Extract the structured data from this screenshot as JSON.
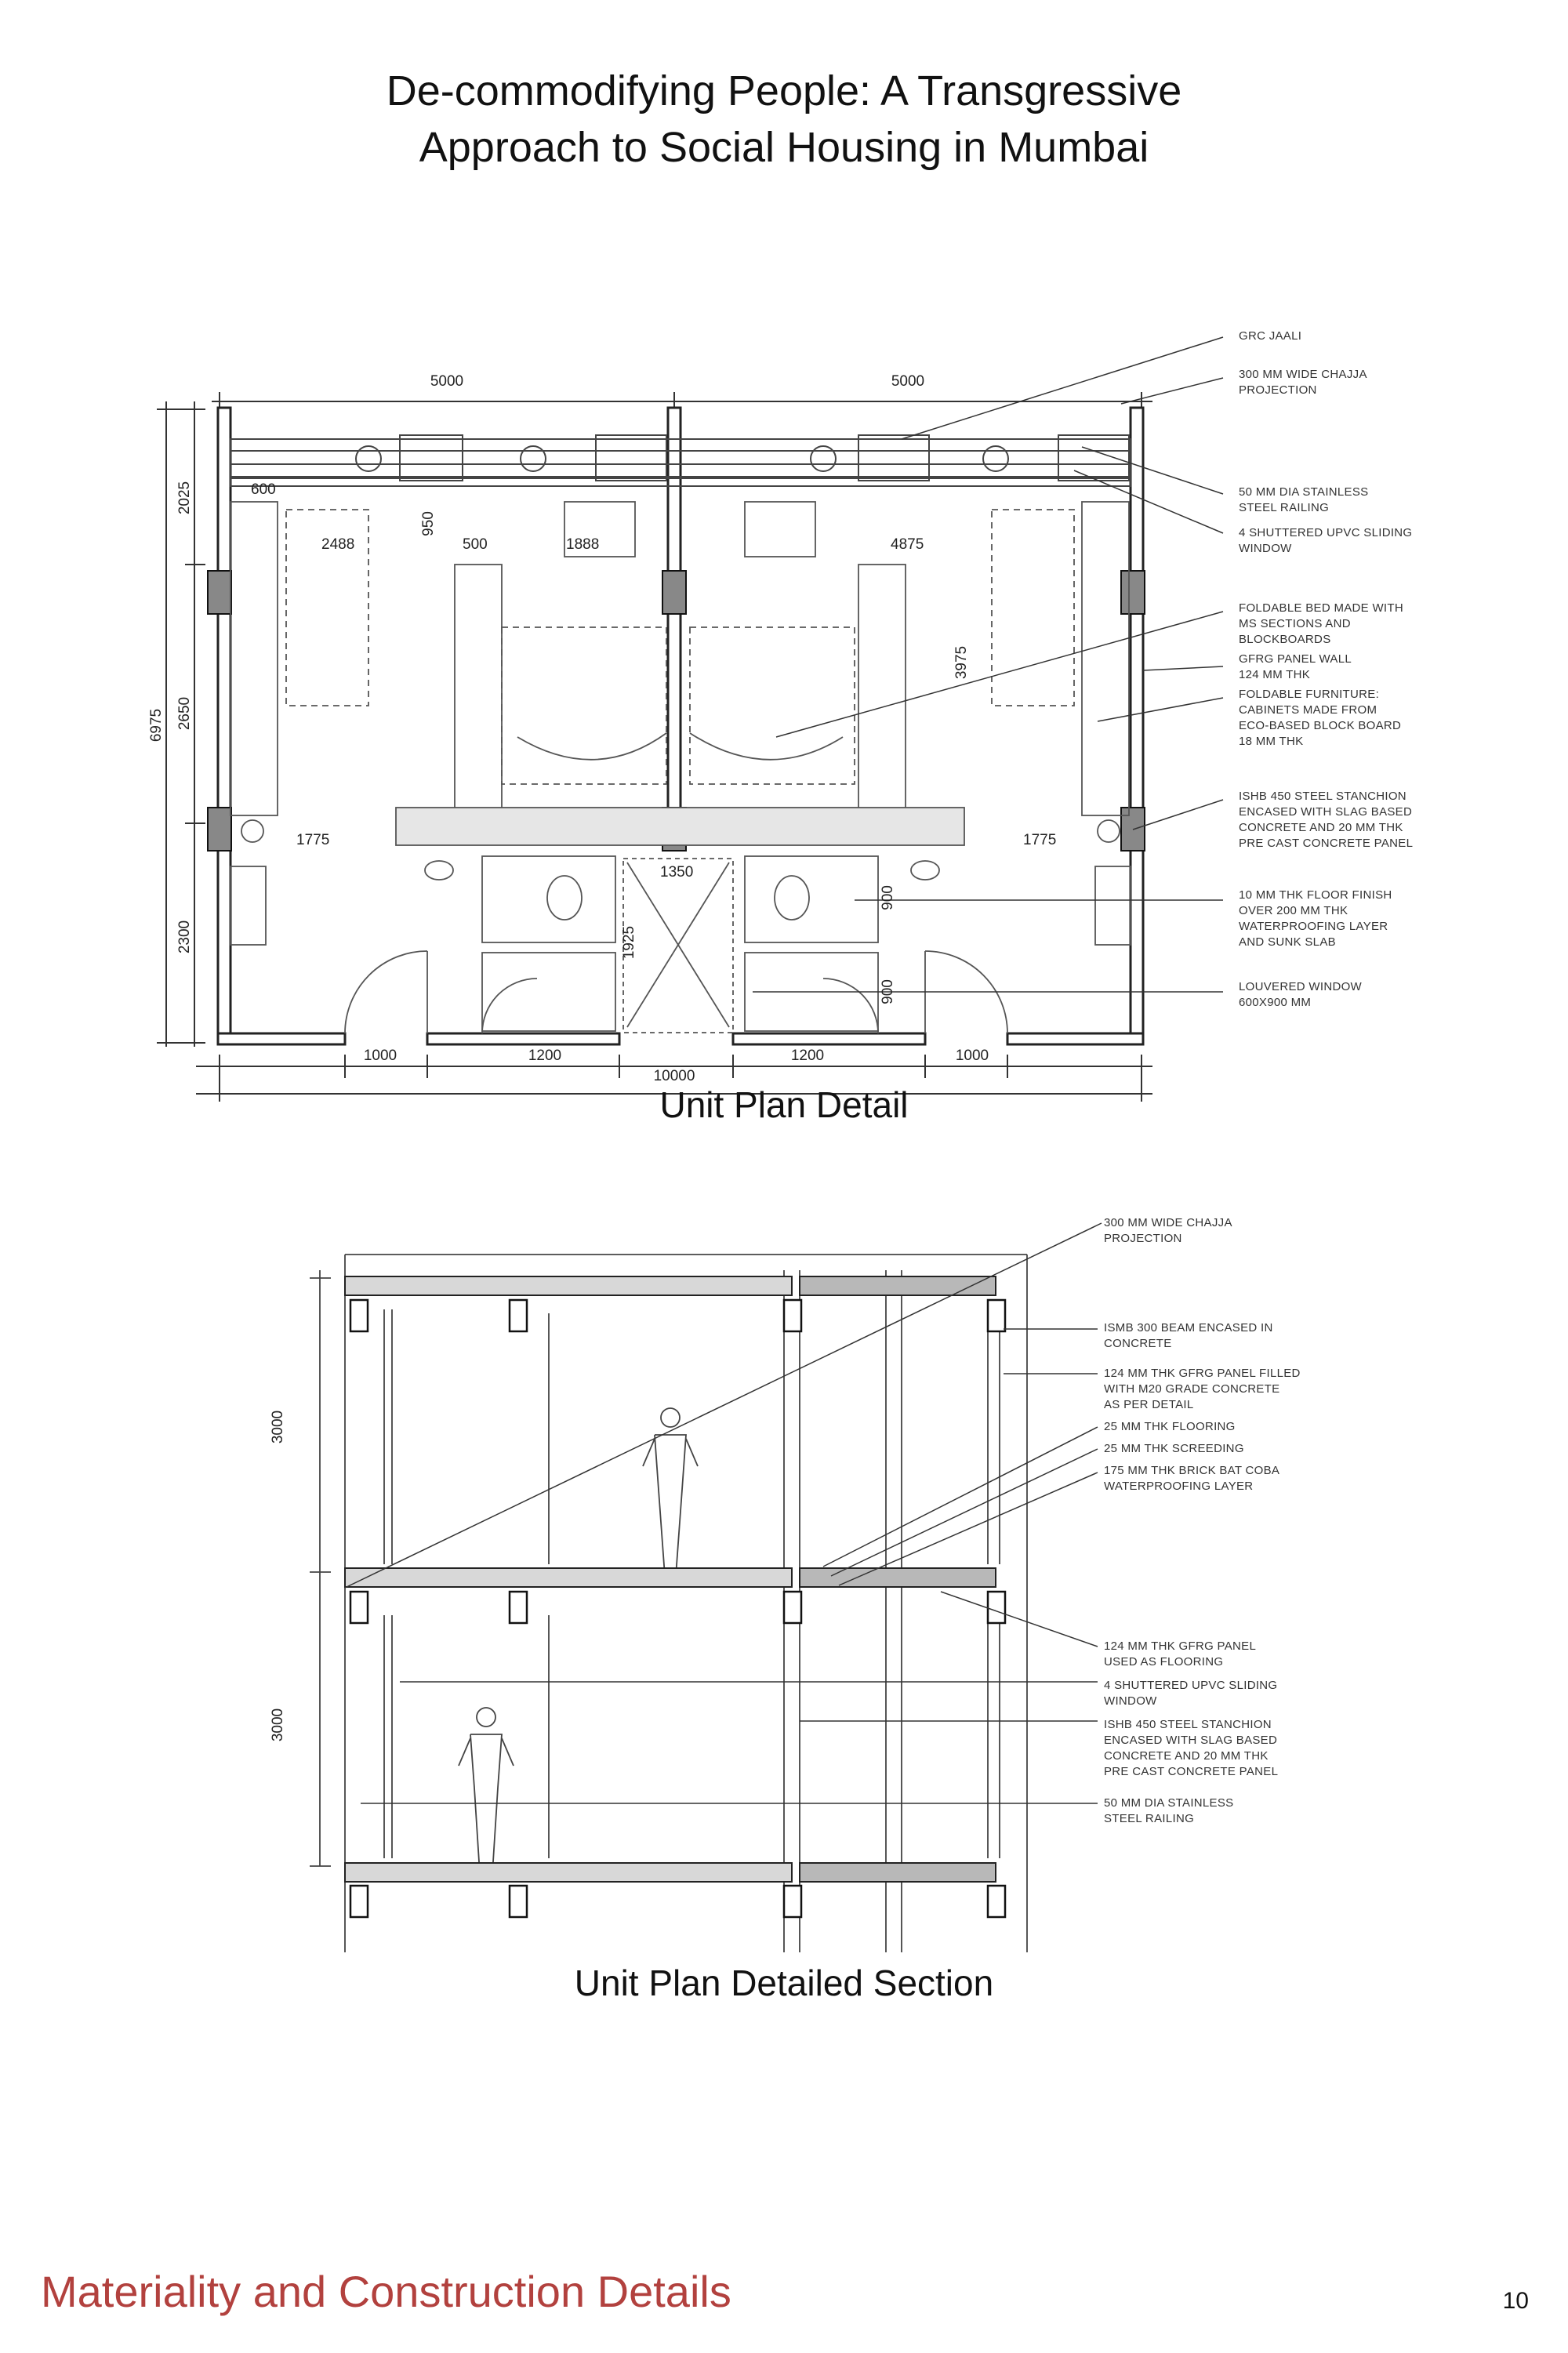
{
  "title": {
    "line1": "De-commodifying People: A Transgressive",
    "line2": "Approach to Social Housing in Mumbai"
  },
  "plan": {
    "caption": "Unit Plan Detail",
    "dims": {
      "top_left": "5000",
      "top_right": "5000",
      "total_bottom": "10000",
      "bottom_1": "1000",
      "bottom_2": "1200",
      "bottom_3": "1200",
      "bottom_4": "1000",
      "left_total": "6975",
      "left_1": "2025",
      "left_2": "2650",
      "left_3": "2300",
      "d600": "600",
      "d2488": "2488",
      "d950": "950",
      "d500": "500",
      "d1888": "1888",
      "d4875": "4875",
      "d3975": "3975",
      "d1775_left": "1775",
      "d1775_right": "1775",
      "d1350": "1350",
      "d1925": "1925",
      "d900_a": "900",
      "d900_b": "900"
    },
    "notes": [
      [
        "GRC JAALI"
      ],
      [
        "300 MM WIDE CHAJJA",
        "PROJECTION"
      ],
      [
        "50 MM DIA STAINLESS",
        "STEEL RAILING"
      ],
      [
        "4 SHUTTERED UPVC SLIDING",
        "WINDOW"
      ],
      [
        "FOLDABLE BED MADE WITH",
        "MS SECTIONS AND",
        "BLOCKBOARDS"
      ],
      [
        "GFRG PANEL WALL",
        "124 MM THK"
      ],
      [
        "FOLDABLE FURNITURE:",
        "CABINETS MADE FROM",
        "ECO-BASED BLOCK BOARD",
        "18 MM THK"
      ],
      [
        "ISHB 450 STEEL STANCHION",
        "ENCASED WITH SLAG BASED",
        "CONCRETE AND 20 MM THK",
        "PRE CAST CONCRETE PANEL"
      ],
      [
        "10 MM THK FLOOR FINISH",
        "OVER 200 MM THK",
        "WATERPROOFING LAYER",
        "AND SUNK SLAB"
      ],
      [
        "LOUVERED WINDOW",
        "600X900 MM"
      ]
    ]
  },
  "section": {
    "caption": "Unit Plan Detailed Section",
    "dims": {
      "upper": "3000",
      "lower": "3000"
    },
    "notes": [
      [
        "300 MM WIDE CHAJJA",
        "PROJECTION"
      ],
      [
        "ISMB 300 BEAM ENCASED IN",
        "CONCRETE"
      ],
      [
        "124 MM THK GFRG PANEL FILLED",
        "WITH M20 GRADE CONCRETE",
        "AS PER DETAIL"
      ],
      [
        "25 MM THK FLOORING"
      ],
      [
        "25 MM THK SCREEDING"
      ],
      [
        "175 MM THK BRICK BAT COBA",
        "WATERPROOFING LAYER"
      ],
      [
        "124 MM THK GFRG PANEL",
        "USED AS FLOORING"
      ],
      [
        "4 SHUTTERED UPVC SLIDING",
        "WINDOW"
      ],
      [
        "ISHB 450 STEEL STANCHION",
        "ENCASED WITH SLAG BASED",
        "CONCRETE AND 20 MM THK",
        "PRE CAST CONCRETE PANEL"
      ],
      [
        "50 MM DIA STAINLESS",
        "STEEL RAILING"
      ]
    ]
  },
  "footer": {
    "section_heading": "Materiality and Construction Details",
    "page_number": "10"
  },
  "colors": {
    "heading_accent": "#b2413e",
    "drawing_line": "#333333"
  }
}
